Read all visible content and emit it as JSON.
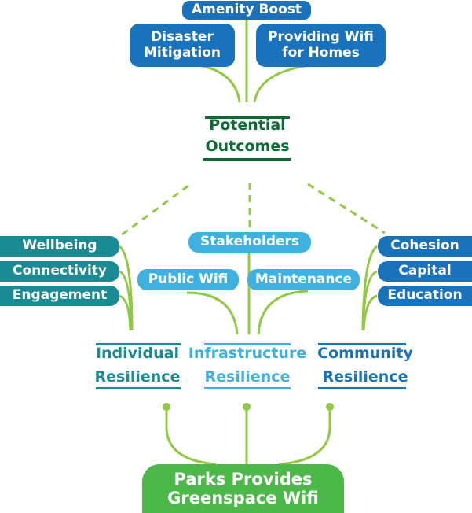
{
  "colors": {
    "outcome_blue": "#1a72bb",
    "individual_teal": "#1a8b93",
    "infrastructure_sky": "#3fb1e0",
    "community_blue": "#1a72bb",
    "outcomes_green": "#0f6b35",
    "root_green": "#4cb849",
    "connector_green": "#93c847"
  },
  "outcomes": {
    "amenity_boost": "Amenity Boost",
    "disaster_mitigation": [
      "Disaster",
      "Mitigation"
    ],
    "providing_wifi": [
      "Providing Wifi",
      "for Homes"
    ]
  },
  "potential_outcomes": [
    "Potential",
    "Outcomes"
  ],
  "individual": {
    "title": [
      "Individual",
      "Resilience"
    ],
    "items": [
      "Wellbeing",
      "Connectivity",
      "Engagement"
    ]
  },
  "infrastructure": {
    "title": [
      "Infrastructure",
      "Resilience"
    ],
    "items": [
      "Stakeholders",
      "Public Wifi",
      "Maintenance"
    ]
  },
  "community": {
    "title": [
      "Community",
      "Resilience"
    ],
    "items": [
      "Cohesion",
      "Capital",
      "Education"
    ]
  },
  "root": [
    "Parks Provides",
    "Greenspace Wifi"
  ]
}
